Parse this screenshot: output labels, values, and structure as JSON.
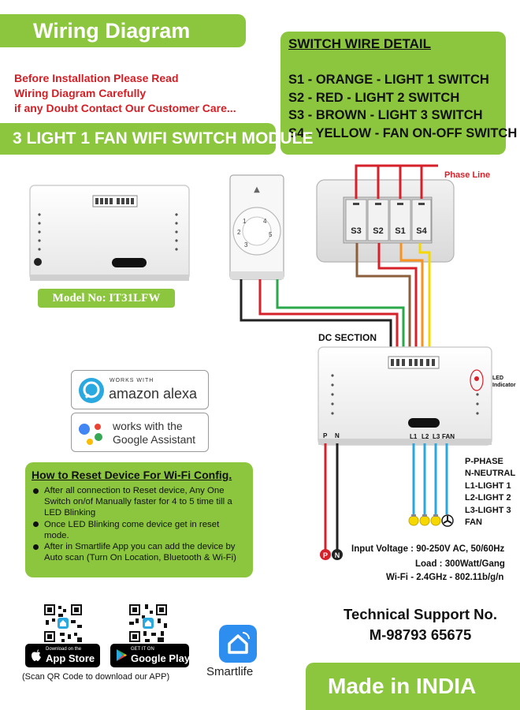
{
  "header": {
    "title": "Wiring Diagram",
    "warning": [
      "Before Installation Please Read",
      "Wiring Diagram Carefully",
      "if any Doubt Contact Our Customer Care..."
    ],
    "module_title": "3 LIGHT 1 FAN WIFI SWITCH MODULE",
    "model": "Model No: IT31LFW"
  },
  "switch_detail": {
    "title": "SWITCH WIRE DETAIL",
    "lines": [
      "S1 - ORANGE - LIGHT 1 SWITCH",
      "S2 - RED - LIGHT 2 SWITCH",
      "S3 - BROWN - LIGHT 3 SWITCH",
      "S4 - YELLOW - FAN ON-OFF SWITCH"
    ]
  },
  "diagram": {
    "phase_line": "Phase Line",
    "dc_section": "DC SECTION",
    "led_indicator": [
      "LED",
      "Indicator"
    ],
    "switch_labels": [
      "S3",
      "S2",
      "S1",
      "S4"
    ],
    "output_labels": [
      "L1",
      "L2",
      "L3",
      "FAN"
    ],
    "pn_labels": [
      "P",
      "N"
    ],
    "regulator_numbers": [
      "1",
      "2",
      "3",
      "4",
      "5"
    ]
  },
  "legend": [
    "P-PHASE",
    "N-NEUTRAL",
    "L1-LIGHT 1",
    "L2-LIGHT 2",
    "L3-LIGHT 3",
    "FAN"
  ],
  "specs": [
    "Input Voltage : 90-250V AC, 50/60Hz",
    "Load : 300Watt/Gang",
    "Wi-Fi - 2.4GHz - 802.11b/g/n"
  ],
  "badges": {
    "alexa_small": "WORKS WITH",
    "alexa_big": "amazon alexa",
    "google_line1": "works with the",
    "google_line2": "Google Assistant"
  },
  "reset": {
    "title": "How to Reset Device For Wi-Fi Config.",
    "items": [
      "After all connection to Reset device, Any One Switch on/of Manually faster for 4 to 5 time till a LED Blinking",
      "Once LED Blinking come device get in reset mode.",
      "After in Smartlife App you can add the device by Auto scan (Turn On Location, Bluetooth & Wi-Fi)"
    ]
  },
  "support": {
    "line1": "Technical Support No.",
    "line2": "M-98793 65675"
  },
  "apps": {
    "appstore_small": "Download on the",
    "appstore_big": "App Store",
    "google_small": "GET IT ON",
    "google_big": "Google Play",
    "scan_note": "(Scan QR Code to download our APP)",
    "smartlife": "Smartlife"
  },
  "footer": {
    "made_in": "Made in INDIA"
  },
  "colors": {
    "brand_green": "#8cc63f",
    "wire_red": "#d6202a",
    "wire_orange": "#f7931e",
    "wire_brown": "#8b5e3c",
    "wire_yellow": "#f5d800",
    "wire_green": "#2aa84a",
    "wire_blue": "#29a8e0",
    "wire_black": "#222222",
    "warning_red": "#d11f26"
  }
}
